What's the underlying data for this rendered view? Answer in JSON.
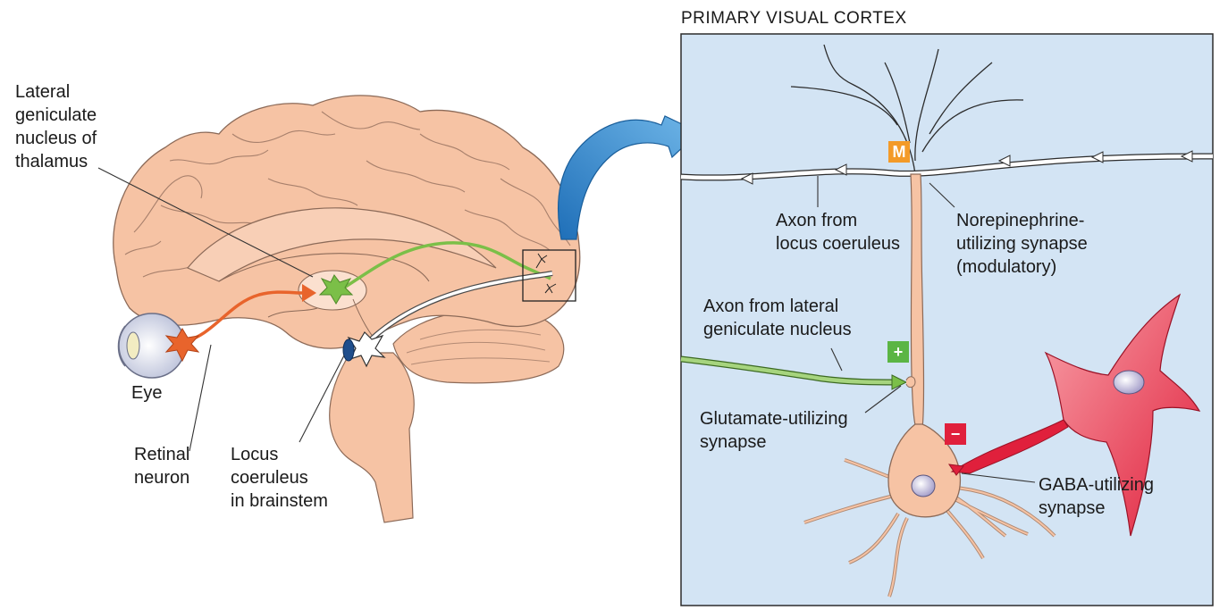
{
  "cortex_title": "PRIMARY VISUAL CORTEX",
  "labels": {
    "lgn": [
      "Lateral",
      "geniculate",
      "nucleus of",
      "thalamus"
    ],
    "eye": [
      "Eye"
    ],
    "retinal_neuron": [
      "Retinal",
      "neuron"
    ],
    "locus_coeruleus": [
      "Locus",
      "coeruleus",
      "in brainstem"
    ],
    "axon_lc": [
      "Axon from",
      "locus coeruleus"
    ],
    "ne_synapse": [
      "Norepinephrine-",
      "utilizing synapse",
      "(modulatory)"
    ],
    "axon_lgn": [
      "Axon from lateral",
      "geniculate nucleus"
    ],
    "glu_synapse": [
      "Glutamate-utilizing",
      "synapse"
    ],
    "gaba_synapse": [
      "GABA-utilizing",
      "synapse"
    ]
  },
  "badges": {
    "modulatory": "M",
    "excitatory": "+",
    "inhibitory": "−"
  },
  "colors": {
    "brain": "#f6c3a4",
    "cortex_panel": "#d3e4f4",
    "retinal_pathway": "#e8642c",
    "lgn_pathway": "#7bbf48",
    "locus_coeruleus": "#1f4e8c",
    "inhibitory_neuron": "#e0203c",
    "modulatory_badge": "#f39a28",
    "excitatory_badge": "#5bb544",
    "inhibitory_badge": "#e0203c",
    "arrow": "#4a9bd8"
  }
}
